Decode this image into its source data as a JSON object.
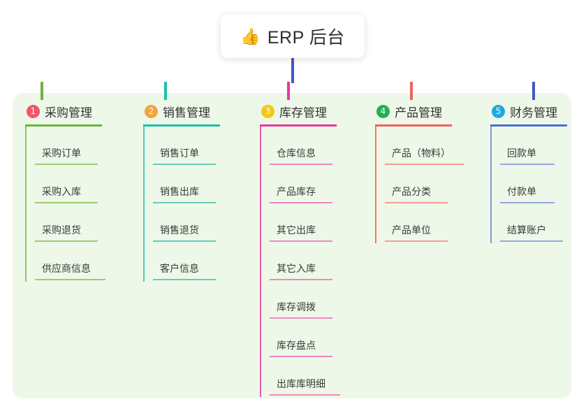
{
  "root": {
    "icon": "thumbs-up-emoji",
    "emoji": "👍",
    "title": "ERP 后台"
  },
  "theme": {
    "panel_background": "#eef8e9",
    "page_background": "#ffffff",
    "card_background": "#ffffff",
    "title_color": "#2d2d2d",
    "header_text_color": "#333333",
    "leaf_text_color": "#3a3a3a",
    "stem_color": "#4457c4"
  },
  "bus": {
    "segments": [
      {
        "name": "bus-green",
        "color": "#6cb33f"
      },
      {
        "name": "bus-teal",
        "color": "#1bbfa6"
      },
      {
        "name": "bus-blue",
        "color": "#4457c4"
      }
    ]
  },
  "columns": [
    {
      "number": "1",
      "title": "采购管理",
      "badge_color": "#f0556a",
      "rule_color": "#6cb33f",
      "leaf_rule_color": "#9ccd6e",
      "spine_color": "#8cc46a",
      "drop_color": "#6cb33f",
      "items": [
        {
          "label": "采购订单"
        },
        {
          "label": "采购入库"
        },
        {
          "label": "采购退货"
        },
        {
          "label": "供应商信息"
        }
      ]
    },
    {
      "number": "2",
      "title": "销售管理",
      "badge_color": "#f5a33c",
      "rule_color": "#1bbfa6",
      "leaf_rule_color": "#63ccbd",
      "spine_color": "#55c8b8",
      "drop_color": "#1bbfa6",
      "items": [
        {
          "label": "销售订单"
        },
        {
          "label": "销售出库"
        },
        {
          "label": "销售退货"
        },
        {
          "label": "客户信息"
        }
      ]
    },
    {
      "number": "3",
      "title": "库存管理",
      "badge_color": "#f5c518",
      "rule_color": "#e8369b",
      "leaf_rule_color": "#ef87be",
      "spine_color": "#ea5ba8",
      "drop_color": "#e8369b",
      "items": [
        {
          "label": "仓库信息"
        },
        {
          "label": "产品库存"
        },
        {
          "label": "其它出库"
        },
        {
          "label": "其它入库"
        },
        {
          "label": "库存调拨"
        },
        {
          "label": "库存盘点"
        },
        {
          "label": "出库库明细"
        }
      ]
    },
    {
      "number": "4",
      "title": "产品管理",
      "badge_color": "#22b14c",
      "rule_color": "#f4605c",
      "leaf_rule_color": "#f79b93",
      "spine_color": "#f4736c",
      "drop_color": "#f4605c",
      "items": [
        {
          "label": "产品（物料）"
        },
        {
          "label": "产品分类"
        },
        {
          "label": "产品单位"
        }
      ]
    },
    {
      "number": "5",
      "title": "财务管理",
      "badge_color": "#1fa8e0",
      "rule_color": "#4a6fd4",
      "leaf_rule_color": "#92a9e0",
      "spine_color": "#7f9ada",
      "drop_color": "#4457c4",
      "items": [
        {
          "label": "回款单"
        },
        {
          "label": "付款单"
        },
        {
          "label": "结算账户"
        }
      ]
    }
  ]
}
